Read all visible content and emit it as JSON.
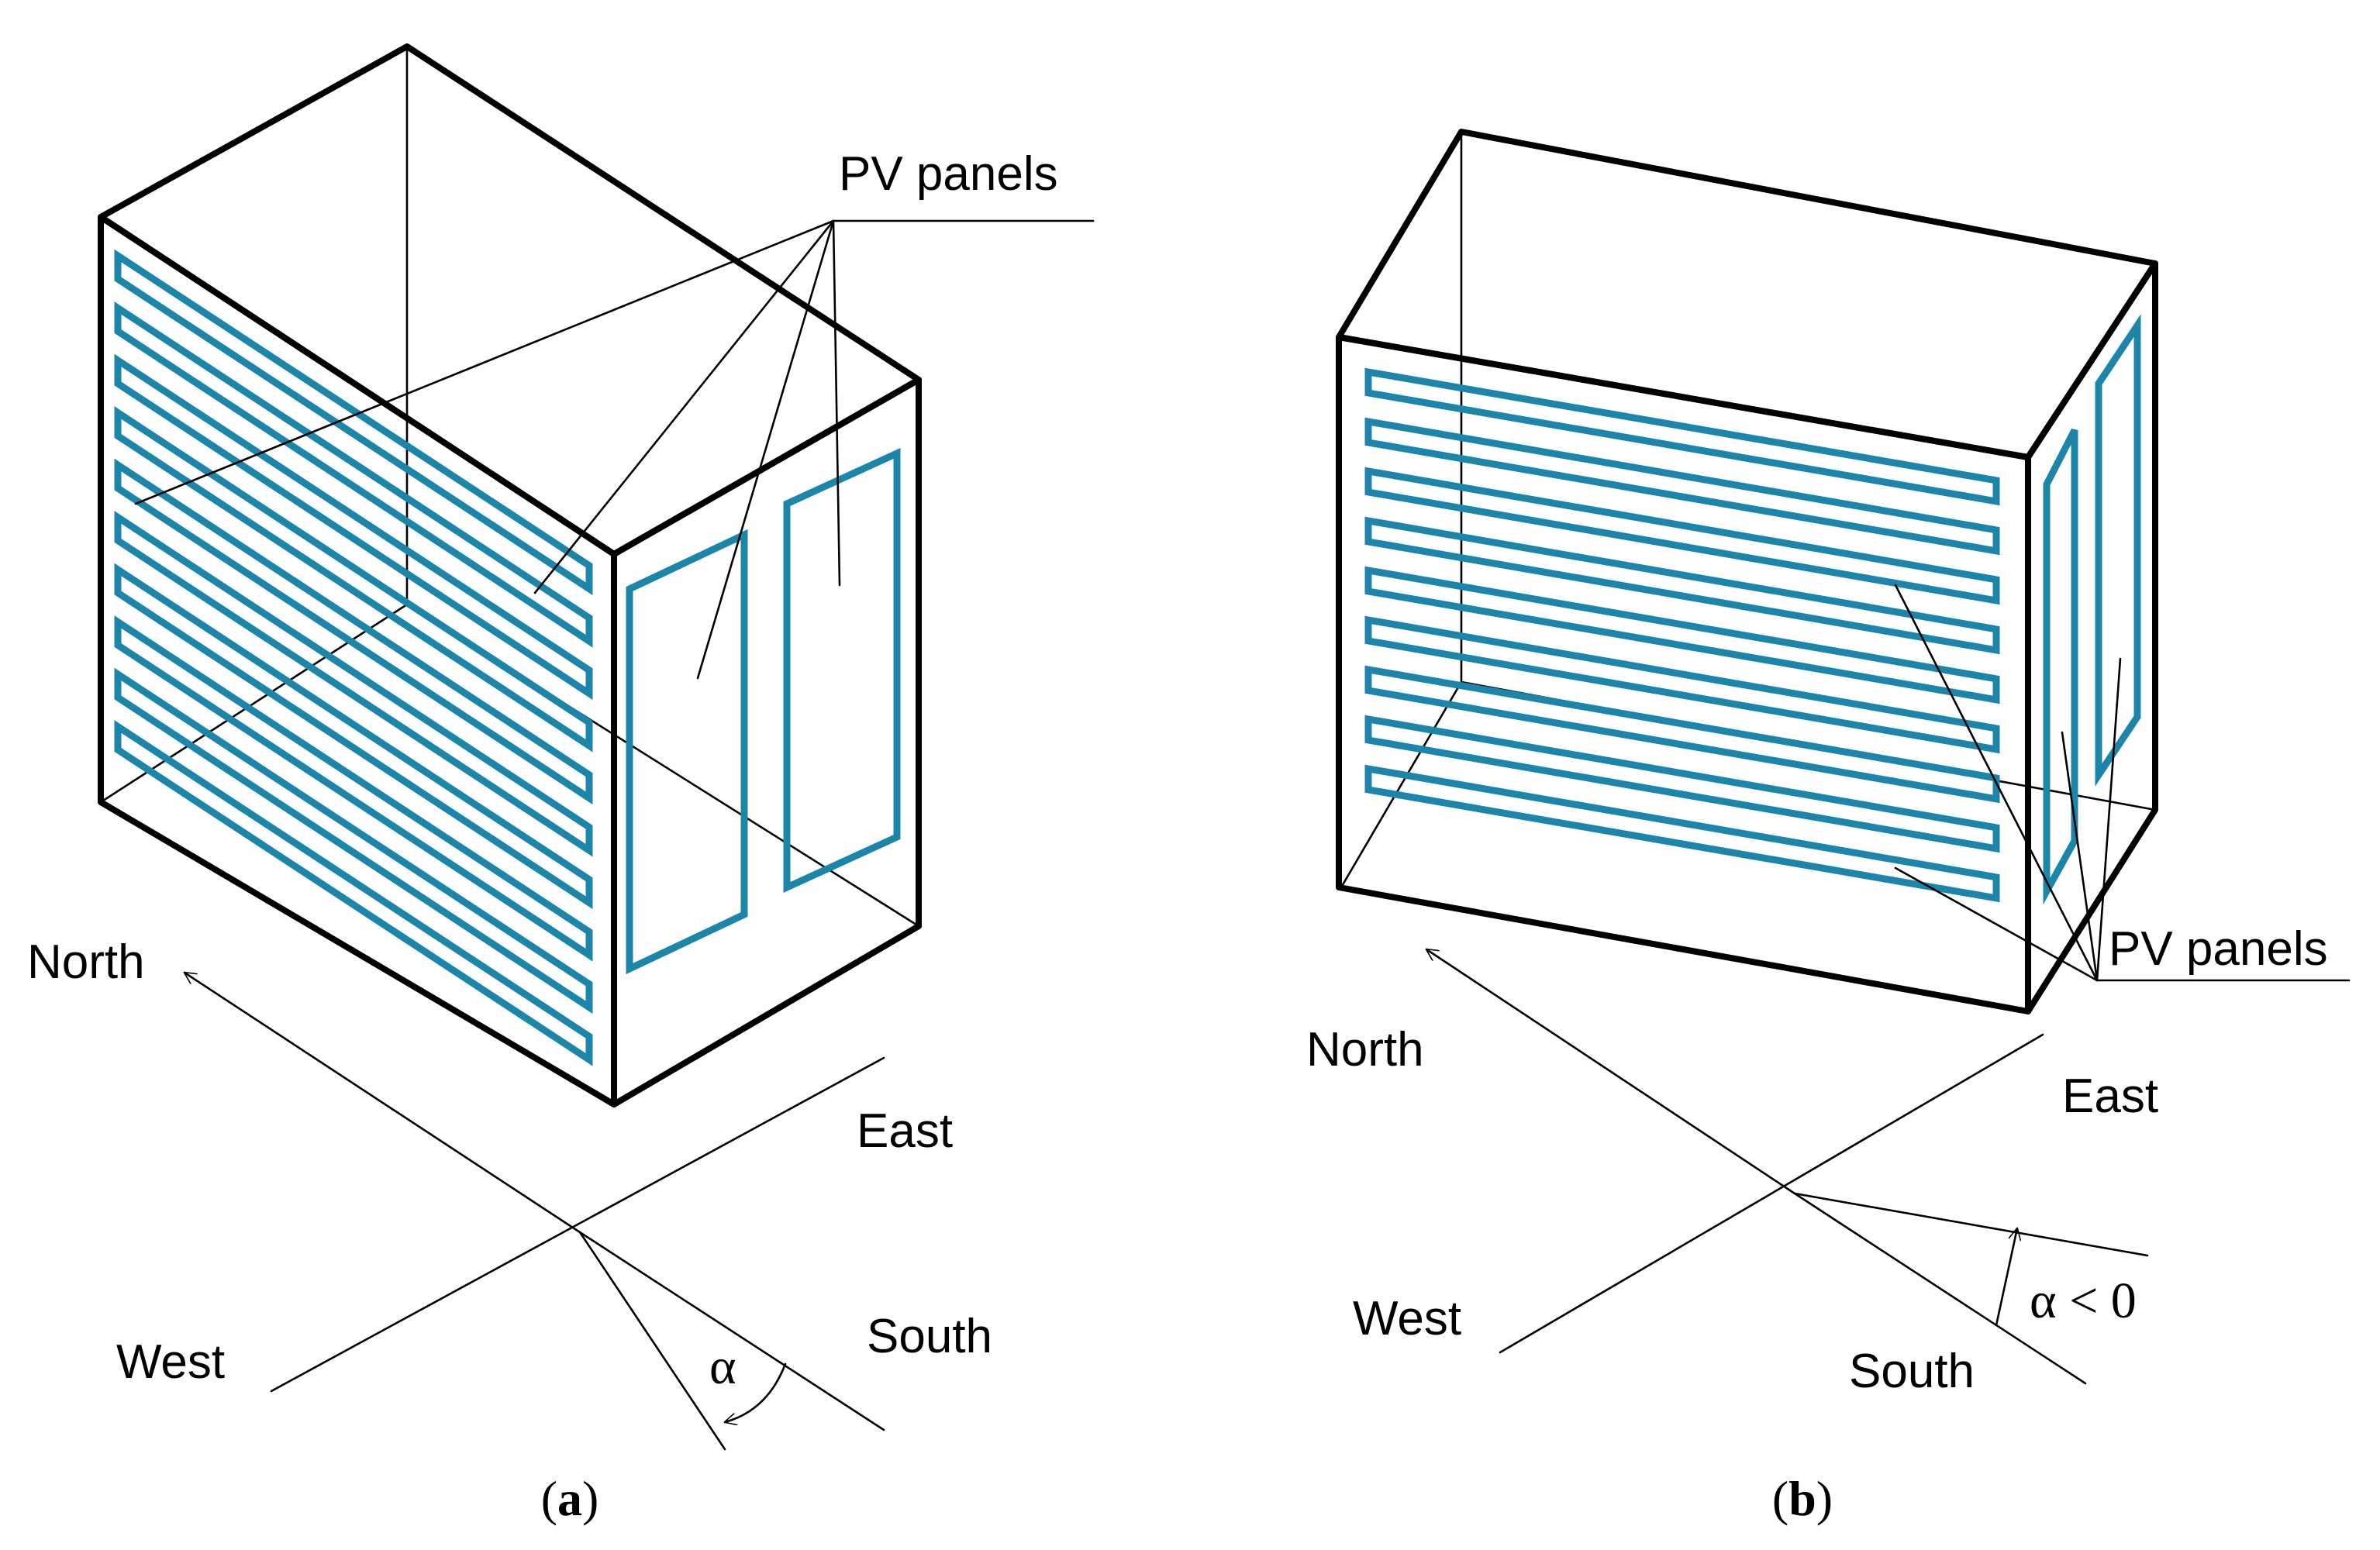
{
  "colors": {
    "panel": "#1c85aa",
    "line": "#000000",
    "background": "#ffffff"
  },
  "figures": [
    {
      "id": "a",
      "caption_open": "(",
      "caption_letter": "a",
      "caption_close": ")",
      "labels": {
        "pv_panels": "PV panels",
        "north": "North",
        "east": "East",
        "west": "West",
        "south": "South",
        "angle": "α"
      }
    },
    {
      "id": "b",
      "caption_open": "(",
      "caption_letter": "b",
      "caption_close": ")",
      "labels": {
        "pv_panels": "PV panels",
        "north": "North",
        "east": "East",
        "west": "West",
        "south": "South",
        "angle": "α < 0"
      }
    }
  ]
}
